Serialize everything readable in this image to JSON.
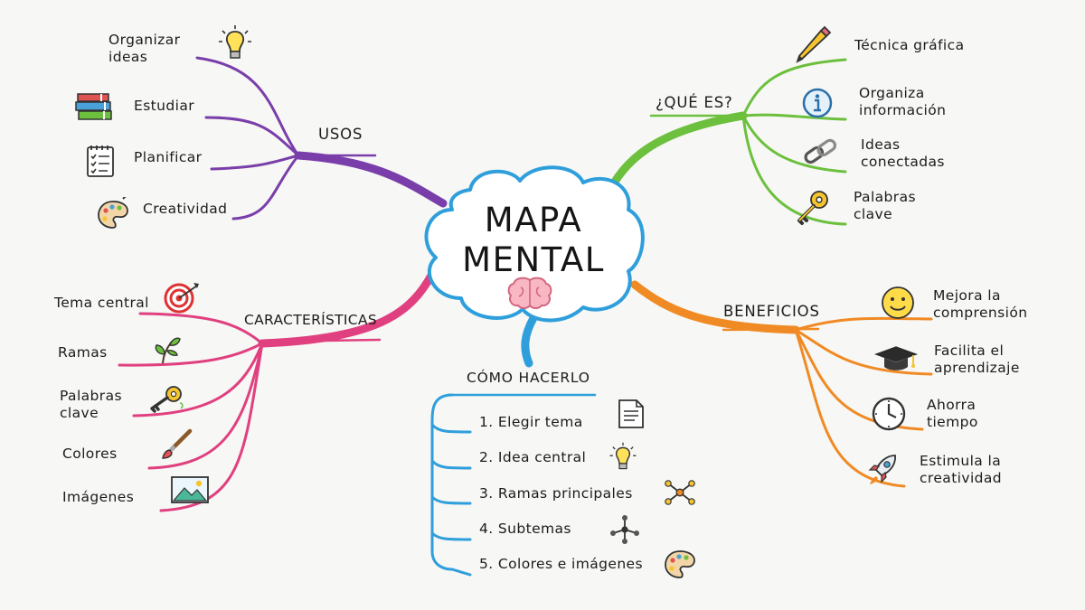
{
  "center": {
    "title": "MAPA\nMENTAL",
    "icon": "brain-icon"
  },
  "branches": {
    "usos": {
      "title": "USOS",
      "color": "#7a3eaa",
      "items": [
        {
          "label": "Organizar\nideas",
          "icon": "lightbulb-icon"
        },
        {
          "label": "Estudiar",
          "icon": "books-icon"
        },
        {
          "label": "Planificar",
          "icon": "checklist-icon"
        },
        {
          "label": "Creatividad",
          "icon": "palette-icon"
        }
      ]
    },
    "que_es": {
      "title": "¿QUÉ ES?",
      "color": "#6cc03d",
      "items": [
        {
          "label": "Técnica gráfica",
          "icon": "pencil-icon"
        },
        {
          "label": "Organiza\ninformación",
          "icon": "info-icon"
        },
        {
          "label": "Ideas\nconectadas",
          "icon": "chain-link-icon"
        },
        {
          "label": "Palabras\nclave",
          "icon": "key-icon"
        }
      ]
    },
    "caracteristicas": {
      "title": "CARACTERÍSTICAS",
      "color": "#e0407f",
      "items": [
        {
          "label": "Tema central",
          "icon": "target-icon"
        },
        {
          "label": "Ramas",
          "icon": "sprout-icon"
        },
        {
          "label": "Palabras\nclave",
          "icon": "key-icon"
        },
        {
          "label": "Colores",
          "icon": "paintbrush-icon"
        },
        {
          "label": "Imágenes",
          "icon": "image-icon"
        }
      ]
    },
    "beneficios": {
      "title": "BENEFICIOS",
      "color": "#f08a24",
      "items": [
        {
          "label": "Mejora la\ncomprensión",
          "icon": "smiley-icon"
        },
        {
          "label": "Facilita el\naprendizaje",
          "icon": "graduation-cap-icon"
        },
        {
          "label": "Ahorra\ntiempo",
          "icon": "clock-icon"
        },
        {
          "label": "Estimula la\ncreatividad",
          "icon": "rocket-icon"
        }
      ]
    },
    "como_hacerlo": {
      "title": "CÓMO HACERLO",
      "color": "#2f9fdc",
      "items": [
        {
          "label": "1. Elegir tema",
          "icon": "document-icon"
        },
        {
          "label": "2. Idea central",
          "icon": "lightbulb-icon"
        },
        {
          "label": "3. Ramas principales",
          "icon": "network-icon"
        },
        {
          "label": "4. Subtemas",
          "icon": "molecule-icon"
        },
        {
          "label": "5. Colores e imágenes",
          "icon": "palette-icon"
        }
      ]
    }
  }
}
